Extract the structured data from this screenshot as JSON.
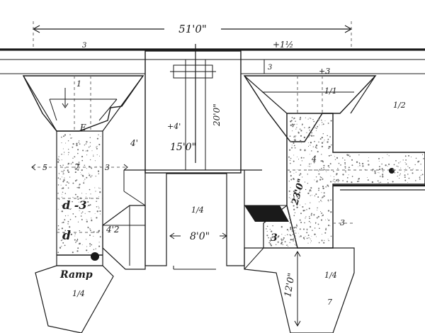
{
  "drawing": {
    "overall_width": "51'0\"",
    "top_offset_left": "3",
    "top_offset_right": "+1½",
    "right_dim_3": "3",
    "right_dim_plus3": "+3",
    "right_fraction_1": "1/1",
    "right_fraction_2": "1/2",
    "left_box_dim": "1",
    "left_box_E": "E",
    "left_side_5": "5",
    "left_7": "7",
    "left_3": "3",
    "left_d3": "d -3",
    "left_d": "d",
    "angle_42": "4'2",
    "ramp": "Ramp",
    "ramp_fraction": "1/4",
    "center_4": "4'",
    "center_plus4": "+4'",
    "center_150": "15'0\"",
    "center_200": "20'0\"",
    "center_fraction": "1/4",
    "center_80": "8'0\"",
    "right_4": "4",
    "right_230": "23'0\"",
    "right_3_lower": "3",
    "right_3_angle": "3",
    "bottom_120": "12'0\"",
    "bottom_frac": "1/4",
    "bottom_7": "7"
  },
  "colors": {
    "ink": "#1a1a1a",
    "speckle": "#6e6e6e",
    "paper": "#ffffff"
  }
}
